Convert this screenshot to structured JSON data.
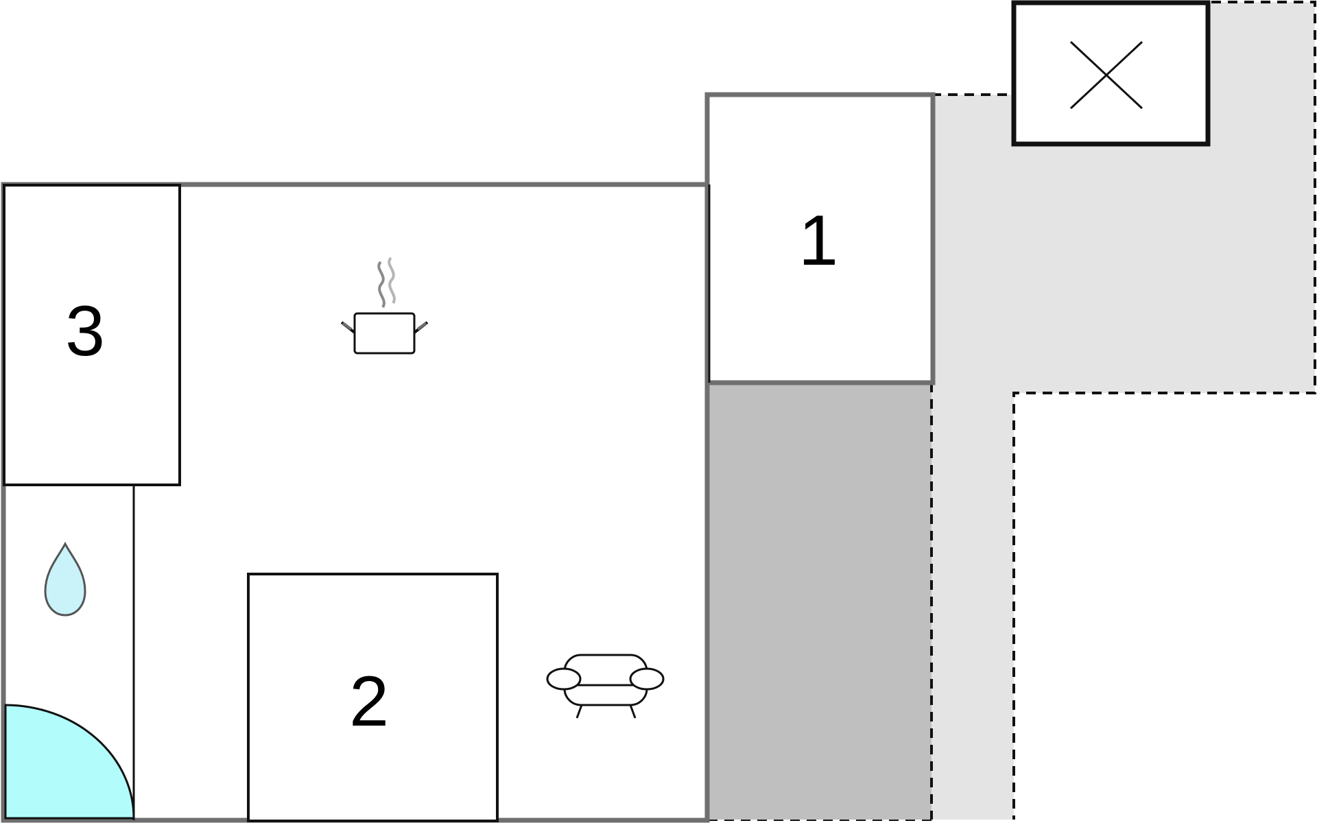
{
  "floorplan": {
    "rooms": [
      {
        "number": "1"
      },
      {
        "number": "2"
      },
      {
        "number": "3"
      }
    ],
    "icons": [
      "cooking-pot-icon",
      "water-drop-icon",
      "sofa-icon",
      "cross-box-icon"
    ],
    "colors": {
      "wall": "#6f6f6f",
      "room_outline": "#111111",
      "terrace": "#e4e4e4",
      "annex": "#bfbfbf",
      "door": "#b2fcfc",
      "drop": "#c9f3f9"
    }
  }
}
